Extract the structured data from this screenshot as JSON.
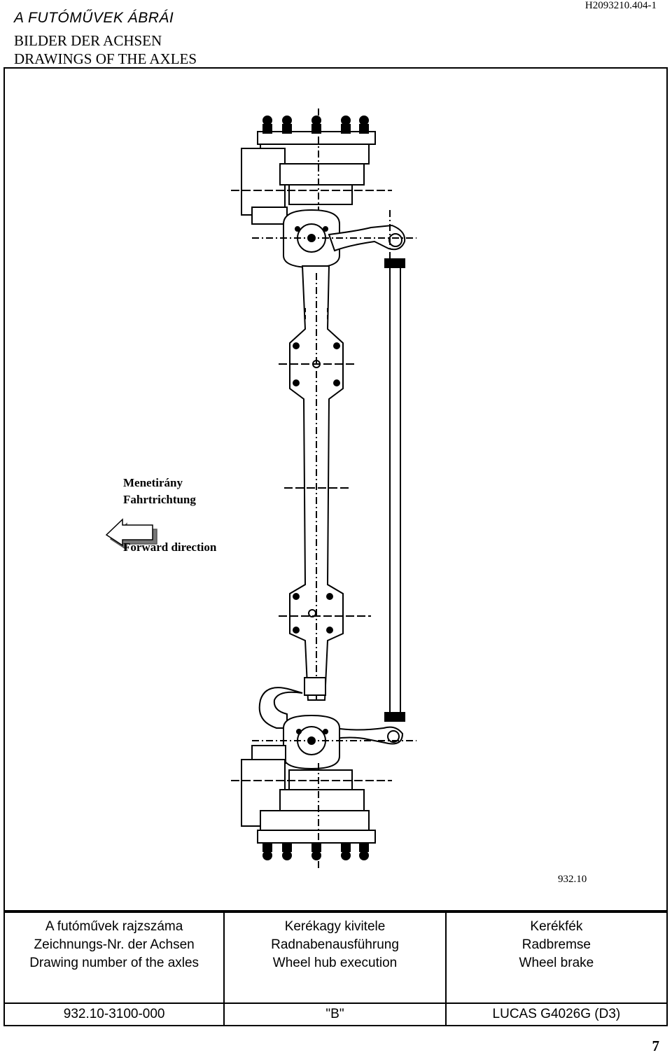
{
  "header": {
    "title_hu": "A FUTÓMŰVEK ÁBRÁI",
    "title_de": "BILDER DER ACHSEN",
    "title_en": "DRAWINGS OF THE AXLES",
    "doc_number": "H2093210.404-1"
  },
  "drawing": {
    "direction_hu": "Menetirány",
    "direction_de": "Fahrtrichtung",
    "direction_en": "Forward direction",
    "figure_number": "932.10"
  },
  "table": {
    "col1_hu": "A futóművek rajzszáma",
    "col1_de": "Zeichnungs-Nr. der Achsen",
    "col1_en": "Drawing number of the axles",
    "col2_hu": "Kerékagy kivitele",
    "col2_de": "Radnabenausführung",
    "col2_en": "Wheel hub execution",
    "col3_hu": "Kerékfék",
    "col3_de": "Radbremse",
    "col3_en": "Wheel brake",
    "value1": "932.10-3100-000",
    "value2": "\"B\"",
    "value3": "LUCAS G4026G (D3)"
  },
  "page_number": "7"
}
